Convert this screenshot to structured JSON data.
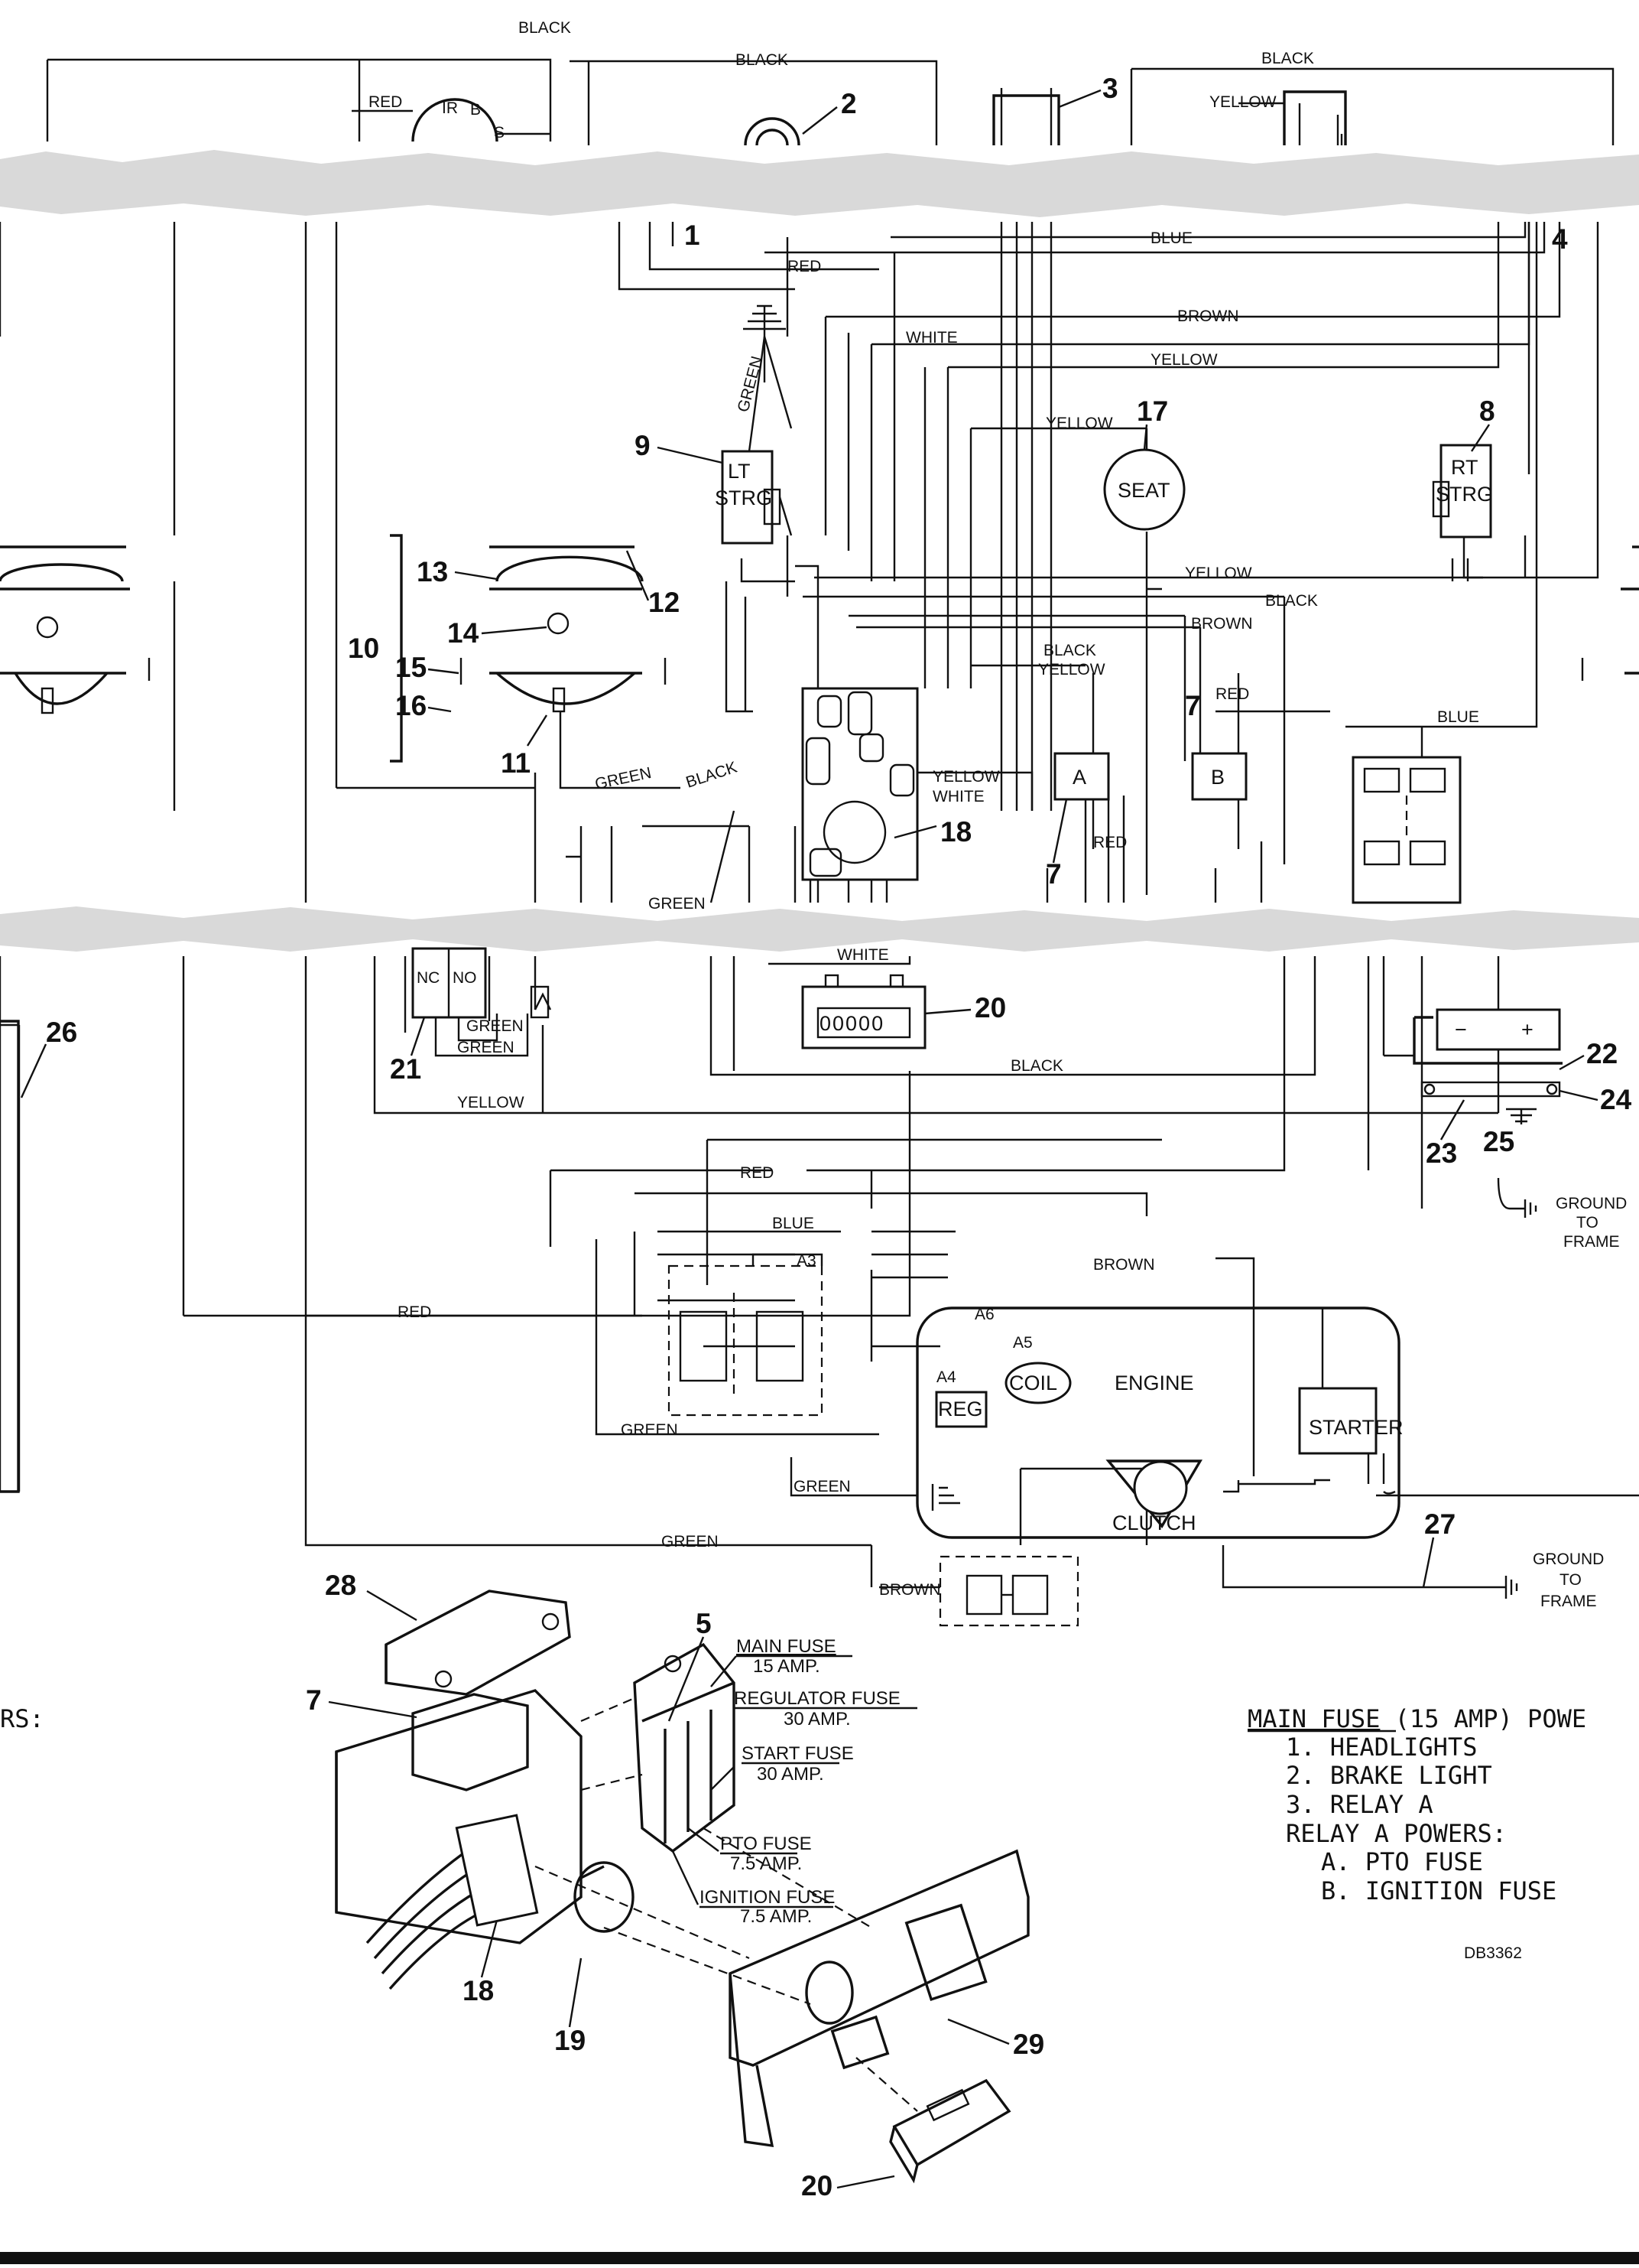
{
  "wire_labels": {
    "black_top": "BLACK",
    "black_top2": "BLACK",
    "black_top3": "BLACK",
    "red_top": "RED",
    "yellow_top": "YELLOW",
    "blue_top": "BLUE",
    "red_1": "RED",
    "brown_1": "BROWN",
    "white_1": "WHITE",
    "yellow_1": "YELLOW",
    "green_vert": "GREEN",
    "yellow_seat": "YELLOW",
    "yellow_2": "YELLOW",
    "black_2": "BLACK",
    "brown_2": "BROWN",
    "black_3": "BLACK",
    "yellow_3": "YELLOW",
    "red_b": "RED",
    "blue_2": "BLUE",
    "green_a": "GREEN",
    "black_a": "BLACK",
    "yellow_4": "YELLOW",
    "white_2": "WHITE",
    "red_a": "RED",
    "green_b": "GREEN",
    "white_3": "WHITE",
    "green_c": "GREEN",
    "green_d": "GREEN",
    "black_4": "BLACK",
    "yellow_5": "YELLOW",
    "red_2": "RED",
    "blue_3": "BLUE",
    "brown_3": "BROWN",
    "red_3": "RED",
    "green_e": "GREEN",
    "green_f": "GREEN",
    "green_g": "GREEN",
    "brown_4": "BROWN"
  },
  "components": {
    "ir": "IR",
    "b": "B",
    "s": "S",
    "lt_strg_1": "LT",
    "lt_strg_2": "STRG",
    "rt_strg_1": "RT",
    "rt_strg_2": "STRG",
    "seat": "SEAT",
    "relay_a": "A",
    "relay_b": "B",
    "nc": "NC",
    "no": "NO",
    "hourmeter": "00000",
    "a3": "A3",
    "a4": "A4",
    "a5": "A5",
    "a6": "A6",
    "reg": "REG",
    "coil": "COIL",
    "engine": "ENGINE",
    "starter": "STARTER",
    "clutch": "CLUTCH",
    "ground_1a": "GROUND",
    "ground_1b": "TO",
    "ground_1c": "FRAME",
    "ground_2a": "GROUND",
    "ground_2b": "TO",
    "ground_2c": "FRAME",
    "minus": "−",
    "plus": "+"
  },
  "callouts": {
    "n1": "1",
    "n2": "2",
    "n3": "3",
    "n4": "4",
    "n5": "5",
    "n7a": "7",
    "n7b": "7",
    "n7c": "7",
    "n8": "8",
    "n9": "9",
    "n10": "10",
    "n11": "11",
    "n12": "12",
    "n13": "13",
    "n14": "14",
    "n15": "15",
    "n16": "16",
    "n17": "17",
    "n18a": "18",
    "n18b": "18",
    "n19": "19",
    "n20a": "20",
    "n20b": "20",
    "n21": "21",
    "n22": "22",
    "n23": "23",
    "n24": "24",
    "n25": "25",
    "n26": "26",
    "n27": "27",
    "n28": "28",
    "n29": "29"
  },
  "fuses": {
    "main": "MAIN FUSE",
    "main_amp": "15 AMP.",
    "regulator": "REGULATOR FUSE",
    "regulator_amp": "30 AMP.",
    "start": "START FUSE",
    "start_amp": "30 AMP.",
    "pto": "PTO FUSE",
    "pto_amp": "7.5 AMP.",
    "ignition": "IGNITION FUSE",
    "ignition_amp": "7.5 AMP."
  },
  "notes": {
    "left_fragment": "RS:",
    "title_u": "MAIN FUSE",
    "title_rest": " (15 AMP) POWE",
    "l1": "1. HEADLIGHTS",
    "l2": "2. BRAKE LIGHT",
    "l3": "3. RELAY A",
    "l4": "RELAY A POWERS:",
    "l5": "A. PTO FUSE",
    "l6": "B. IGNITION FUSE"
  },
  "drawing_id": "DB3362"
}
